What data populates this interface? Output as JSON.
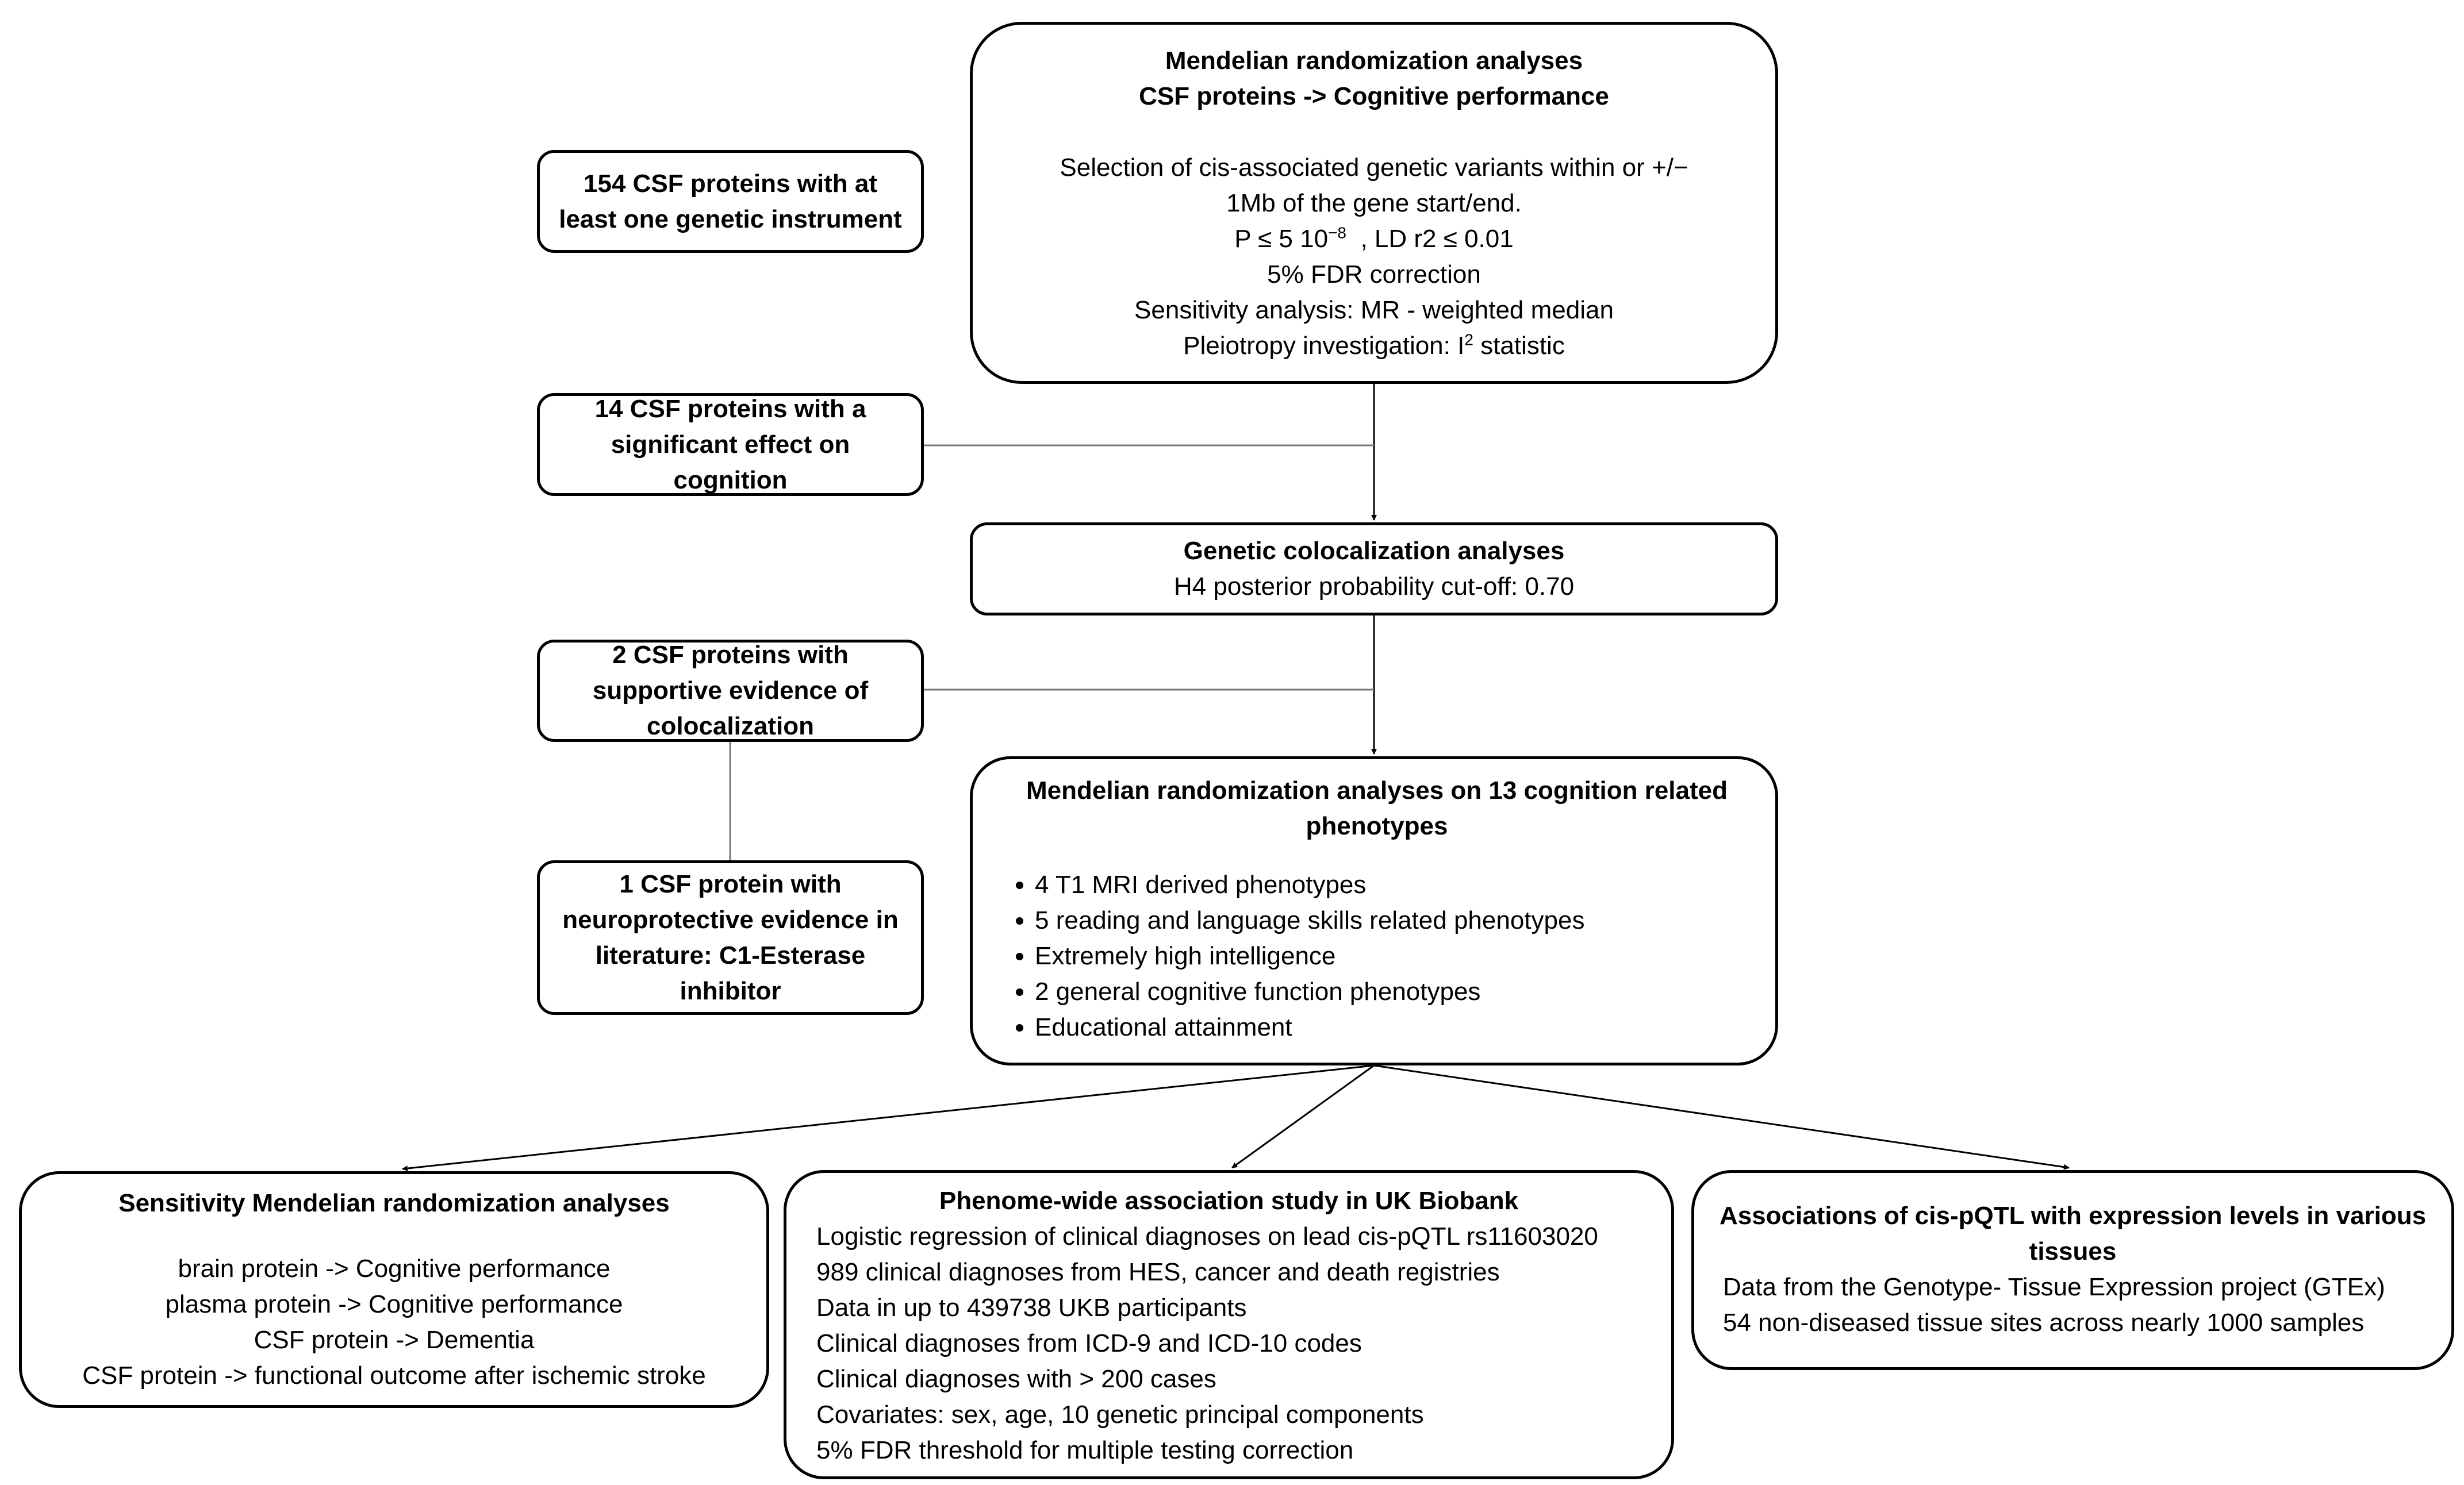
{
  "top_box": {
    "title1": "Mendelian randomization analyses",
    "title2": "CSF proteins -> Cognitive performance",
    "lines": [
      "Selection of cis-associated genetic variants within or +/−",
      "1Mb of the gene start/end.",
      "P ≤ 5 10",
      "5% FDR correction",
      "Sensitivity analysis: MR - weighted median",
      "Pleiotropy investigation: I"
    ],
    "p_exponent": "−8",
    "p_suffix": "  , LD r2 ≤ 0.01",
    "i_superscript": "2",
    "i_suffix": " statistic"
  },
  "left_boxes": [
    "154 CSF proteins with at least one genetic instrument",
    "14 CSF proteins with a significant effect on cognition",
    "2 CSF proteins with supportive evidence of colocalization",
    "1 CSF protein with neuroprotective evidence in literature: C1-Esterase inhibitor"
  ],
  "coloc_box": {
    "title": "Genetic colocalization analyses",
    "line": "H4 posterior probability cut-off: 0.70"
  },
  "mr13_box": {
    "title": "Mendelian randomization analyses on 13 cognition related phenotypes",
    "items": [
      "4 T1 MRI derived phenotypes",
      "5 reading and language skills related phenotypes",
      "Extremely high intelligence",
      "2 general cognitive function phenotypes",
      "Educational attainment"
    ]
  },
  "bottom_boxes": [
    {
      "title": "Sensitivity Mendelian randomization analyses",
      "lines": [
        "brain protein -> Cognitive performance",
        "plasma protein -> Cognitive performance",
        "CSF protein -> Dementia",
        "CSF protein ->  functional outcome after ischemic stroke"
      ]
    },
    {
      "title": "Phenome-wide association study in UK Biobank",
      "lines": [
        "Logistic regression of clinical diagnoses on lead cis-pQTL rs11603020",
        "989 clinical diagnoses from HES, cancer and death registries",
        "Data in up to 439738 UKB participants",
        "Clinical diagnoses from ICD-9 and ICD-10 codes",
        "Clinical diagnoses with > 200 cases",
        "Covariates: sex, age, 10 genetic principal components",
        "5% FDR threshold for multiple testing correction"
      ]
    },
    {
      "title": "Associations of cis-pQTL with expression levels in various tissues",
      "lines": [
        "Data from the Genotype- Tissue Expression project (GTEx)",
        "54 non-diseased tissue sites across nearly 1000 samples"
      ]
    }
  ]
}
